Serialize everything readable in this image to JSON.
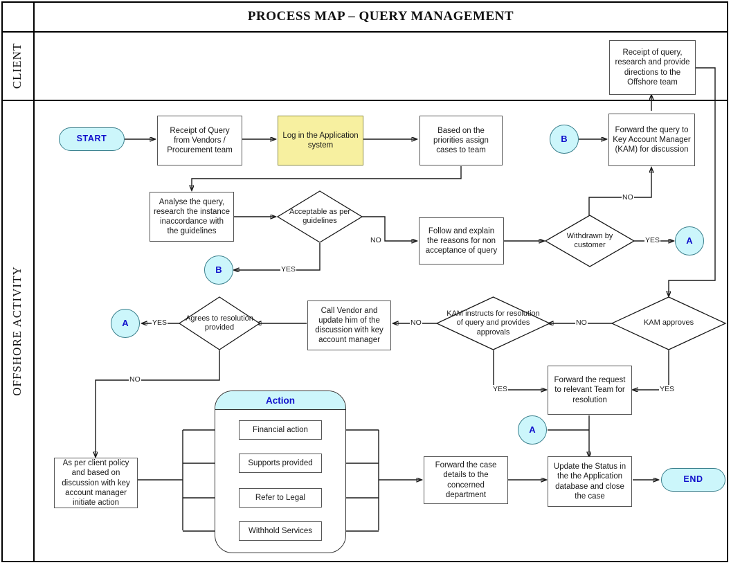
{
  "header": {
    "title": "PROCESS MAP – QUERY MANAGEMENT"
  },
  "lanes": [
    {
      "id": "client",
      "label": "CLIENT"
    },
    {
      "id": "offshore",
      "label": "OFFSHORE  ACTIVITY"
    }
  ],
  "colors": {
    "terminator_fill": "#ccf6fb",
    "terminator_text": "#1111cc",
    "highlight_fill": "#f7f0a0",
    "group_header_fill": "#ccf6fb",
    "line": "#1a1a1a"
  },
  "nodes": {
    "client_receipt": "Receipt of query, research and provide directions to the Offshore team",
    "start": "START",
    "receipt_query": "Receipt of Query from Vendors / Procurement team",
    "login_app": "Log in the Application system",
    "assign_cases": "Based on the priorities assign cases to team",
    "conn_b_right": "B",
    "forward_kam": "Forward the query to Key Account Manager (KAM) for discussion",
    "analyse_query": "Analyse the query, research the instance inaccordance with the guidelines",
    "acceptable": "Acceptable as per guidelines",
    "conn_b_left": "B",
    "follow_explain": "Follow and explain the reasons for non acceptance of query",
    "withdrawn": "Withdrawn by customer",
    "conn_a_top": "A",
    "conn_a_mid": "A",
    "agrees_resolution": "Agrees to resolution provided",
    "call_vendor": "Call Vendor and update him of the discussion with key account manager",
    "kam_instructs": "KAM instructs for resolution of query and provides approvals",
    "kam_approves": "KAM approves",
    "forward_request": "Forward the request to relevant Team for resolution",
    "conn_a_bottom": "A",
    "client_policy": "As per client policy and based on discussion with key account manager initiate action",
    "forward_case": "Forward the case details to the concerned department",
    "update_status": "Update the Status in the the Application database and close the case",
    "end": "END"
  },
  "action_group": {
    "title": "Action",
    "items": [
      "Financial action",
      "Supports provided",
      "Refer to Legal",
      "Withhold Services"
    ]
  },
  "edge_labels": {
    "acceptable_no": "NO",
    "acceptable_yes": "YES",
    "withdrawn_no": "NO",
    "withdrawn_yes": "YES",
    "agrees_yes": "YES",
    "agrees_no": "NO",
    "kam_instructs_no": "NO",
    "kam_instructs_yes": "YES",
    "kam_approves_no": "NO",
    "kam_approves_yes": "YES"
  }
}
